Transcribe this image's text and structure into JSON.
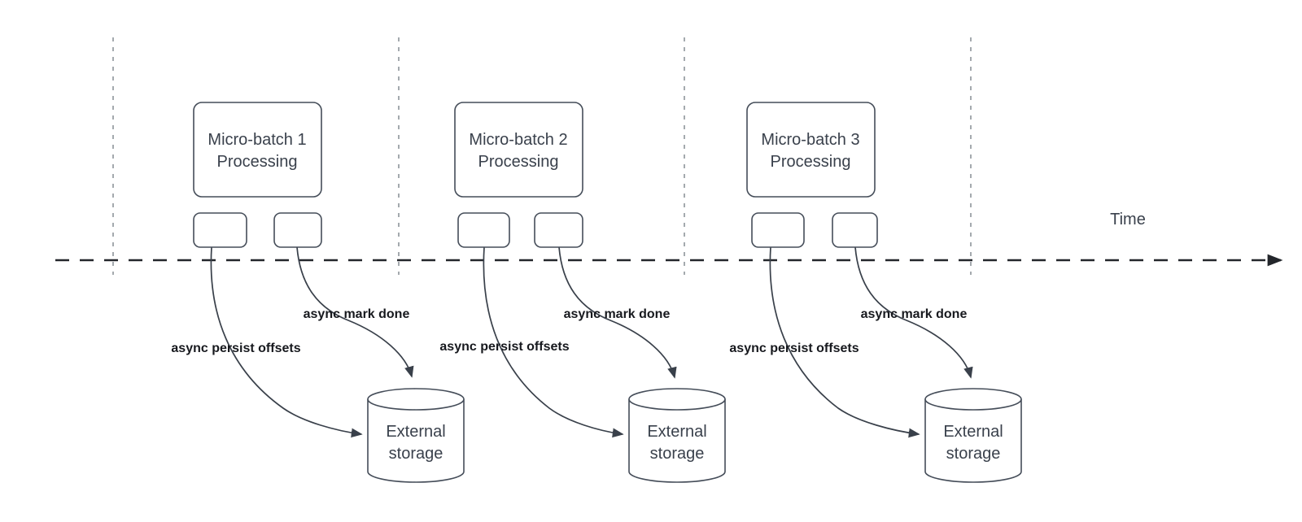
{
  "diagram": {
    "time_axis_label": "Time",
    "groups": [
      {
        "box_line1": "Micro-batch 1",
        "box_line2": "Processing",
        "persist_label": "async persist offsets",
        "mark_label": "async mark done",
        "storage_line1": "External",
        "storage_line2": "storage"
      },
      {
        "box_line1": "Micro-batch 2",
        "box_line2": "Processing",
        "persist_label": "async persist offsets",
        "mark_label": "async mark done",
        "storage_line1": "External",
        "storage_line2": "storage"
      },
      {
        "box_line1": "Micro-batch 3",
        "box_line2": "Processing",
        "persist_label": "async persist offsets",
        "mark_label": "async mark done",
        "storage_line1": "External",
        "storage_line2": "storage"
      }
    ],
    "colors": {
      "background": "#ffffff",
      "shape_stroke": "#454d59",
      "connector": "#39404a",
      "axis": "#23262b",
      "guide_line": "#9aa0a6",
      "shape_text": "#3a414c",
      "label_text": "#17191e"
    }
  }
}
